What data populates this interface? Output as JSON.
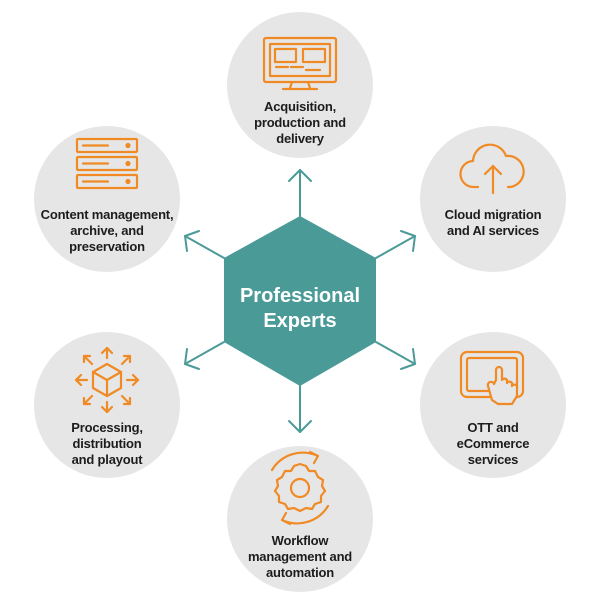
{
  "hub": {
    "lines": [
      "Professional",
      "Experts"
    ]
  },
  "nodes": [
    {
      "id": "acquisition",
      "icon": "monitor-icon",
      "lines": [
        "Acquisition,",
        "production and",
        "delivery"
      ]
    },
    {
      "id": "cloud",
      "icon": "cloud-upload-icon",
      "lines": [
        "Cloud migration",
        "and AI services"
      ]
    },
    {
      "id": "ott",
      "icon": "touch-screen-icon",
      "lines": [
        "OTT and",
        "eCommerce",
        "services"
      ]
    },
    {
      "id": "workflow",
      "icon": "gear-cycle-icon",
      "lines": [
        "Workflow",
        "management and",
        "automation"
      ]
    },
    {
      "id": "processing",
      "icon": "cube-distribution-icon",
      "lines": [
        "Processing,",
        "distribution",
        "and playout"
      ]
    },
    {
      "id": "content",
      "icon": "server-stack-icon",
      "lines": [
        "Content management,",
        "archive, and",
        "preservation"
      ]
    }
  ],
  "colors": {
    "hub": "#4a9b98",
    "arrow": "#4a9b98",
    "circle": "#e6e6e6",
    "icon": "#f08a24",
    "text": "#1c1c1c"
  }
}
